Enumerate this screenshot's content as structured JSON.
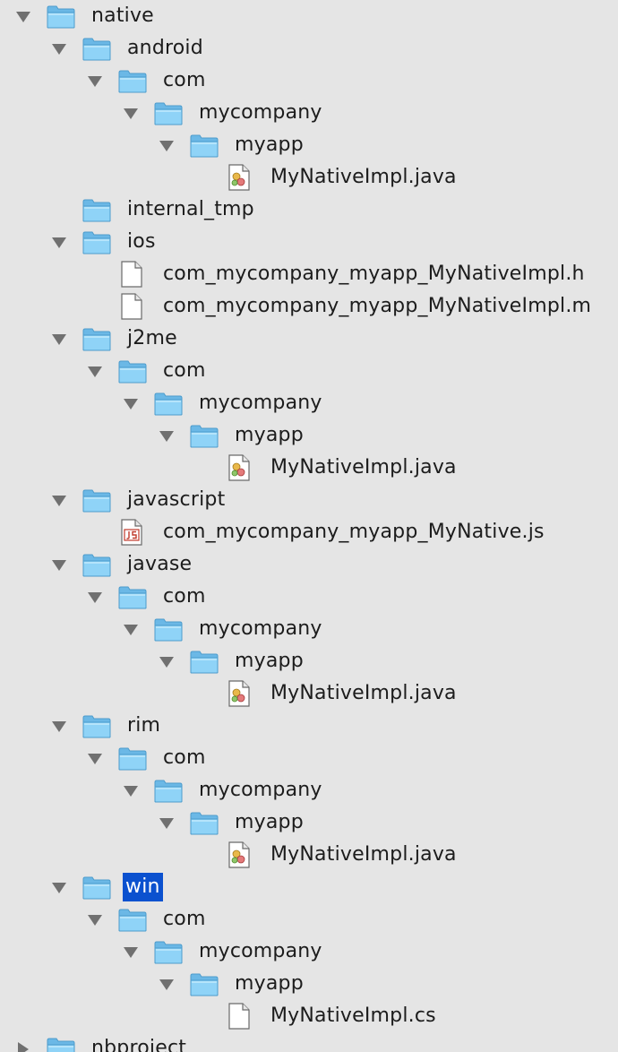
{
  "tree": {
    "items": [
      {
        "label": "native",
        "depth": 0,
        "kind": "folder",
        "state": "expanded"
      },
      {
        "label": "android",
        "depth": 1,
        "kind": "folder",
        "state": "expanded"
      },
      {
        "label": "com",
        "depth": 2,
        "kind": "folder",
        "state": "expanded"
      },
      {
        "label": "mycompany",
        "depth": 3,
        "kind": "folder",
        "state": "expanded"
      },
      {
        "label": "myapp",
        "depth": 4,
        "kind": "folder",
        "state": "expanded"
      },
      {
        "label": "MyNativeImpl.java",
        "depth": 5,
        "kind": "java-file",
        "state": "leaf"
      },
      {
        "label": "internal_tmp",
        "depth": 1,
        "kind": "folder",
        "state": "leaf"
      },
      {
        "label": "ios",
        "depth": 1,
        "kind": "folder",
        "state": "expanded"
      },
      {
        "label": "com_mycompany_myapp_MyNativeImpl.h",
        "depth": 2,
        "kind": "plain-file",
        "state": "leaf"
      },
      {
        "label": "com_mycompany_myapp_MyNativeImpl.m",
        "depth": 2,
        "kind": "plain-file",
        "state": "leaf"
      },
      {
        "label": "j2me",
        "depth": 1,
        "kind": "folder",
        "state": "expanded"
      },
      {
        "label": "com",
        "depth": 2,
        "kind": "folder",
        "state": "expanded"
      },
      {
        "label": "mycompany",
        "depth": 3,
        "kind": "folder",
        "state": "expanded"
      },
      {
        "label": "myapp",
        "depth": 4,
        "kind": "folder",
        "state": "expanded"
      },
      {
        "label": "MyNativeImpl.java",
        "depth": 5,
        "kind": "java-file",
        "state": "leaf"
      },
      {
        "label": "javascript",
        "depth": 1,
        "kind": "folder",
        "state": "expanded"
      },
      {
        "label": "com_mycompany_myapp_MyNative.js",
        "depth": 2,
        "kind": "js-file",
        "state": "leaf"
      },
      {
        "label": "javase",
        "depth": 1,
        "kind": "folder",
        "state": "expanded"
      },
      {
        "label": "com",
        "depth": 2,
        "kind": "folder",
        "state": "expanded"
      },
      {
        "label": "mycompany",
        "depth": 3,
        "kind": "folder",
        "state": "expanded"
      },
      {
        "label": "myapp",
        "depth": 4,
        "kind": "folder",
        "state": "expanded"
      },
      {
        "label": "MyNativeImpl.java",
        "depth": 5,
        "kind": "java-file",
        "state": "leaf"
      },
      {
        "label": "rim",
        "depth": 1,
        "kind": "folder",
        "state": "expanded"
      },
      {
        "label": "com",
        "depth": 2,
        "kind": "folder",
        "state": "expanded"
      },
      {
        "label": "mycompany",
        "depth": 3,
        "kind": "folder",
        "state": "expanded"
      },
      {
        "label": "myapp",
        "depth": 4,
        "kind": "folder",
        "state": "expanded"
      },
      {
        "label": "MyNativeImpl.java",
        "depth": 5,
        "kind": "java-file",
        "state": "leaf"
      },
      {
        "label": "win",
        "depth": 1,
        "kind": "folder",
        "state": "expanded",
        "selected": true
      },
      {
        "label": "com",
        "depth": 2,
        "kind": "folder",
        "state": "expanded"
      },
      {
        "label": "mycompany",
        "depth": 3,
        "kind": "folder",
        "state": "expanded"
      },
      {
        "label": "myapp",
        "depth": 4,
        "kind": "folder",
        "state": "expanded"
      },
      {
        "label": "MyNativeImpl.cs",
        "depth": 5,
        "kind": "plain-file",
        "state": "leaf"
      },
      {
        "label": "nbproject",
        "depth": 0,
        "kind": "folder",
        "state": "collapsed"
      }
    ]
  },
  "colors": {
    "background": "#e5e5e5",
    "selection": "#0b51cf",
    "folder": "#7ec8f0",
    "toggle": "#707070"
  },
  "icons": {
    "folder": "folder-icon",
    "java-file": "java-file-icon",
    "plain-file": "file-icon",
    "js-file": "javascript-file-icon",
    "expanded": "triangle-down-icon",
    "collapsed": "triangle-right-icon"
  }
}
